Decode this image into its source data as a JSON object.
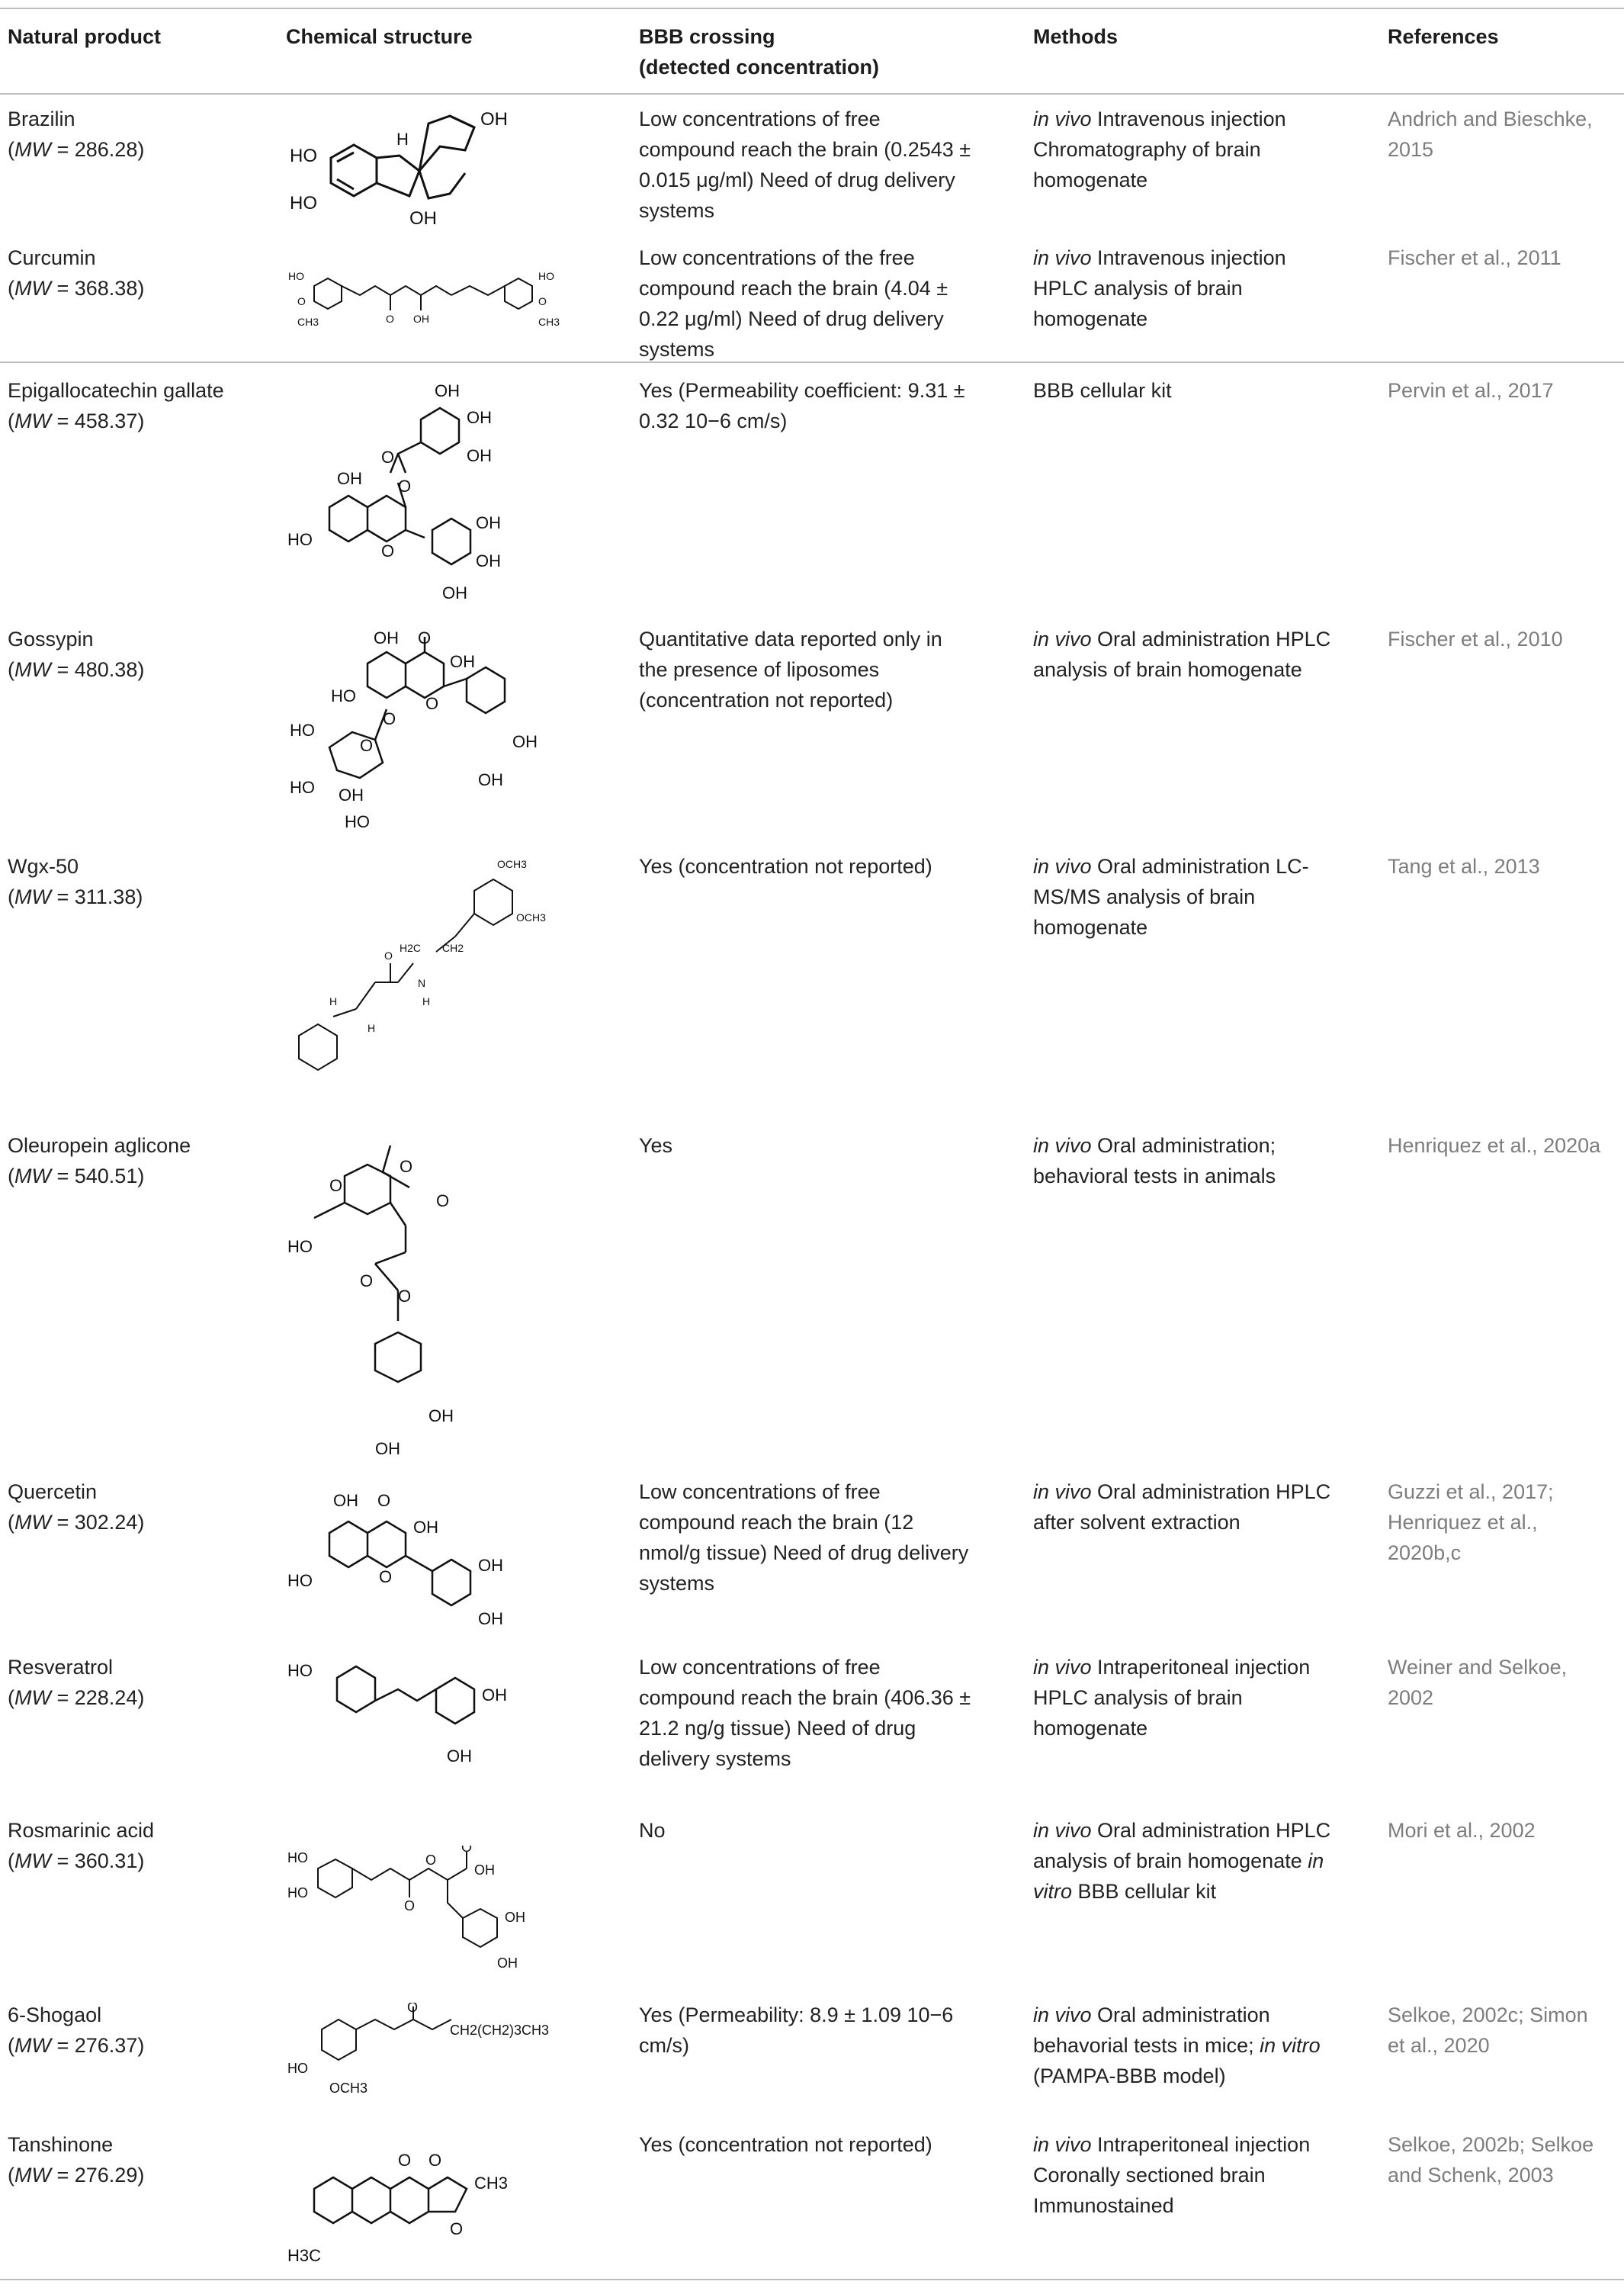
{
  "headers": [
    "Natural product",
    "Chemical structure",
    "BBB crossing",
    "(detected concentration)",
    "Methods",
    "References"
  ],
  "rows": [
    {
      "name": "Brazilin",
      "mw_label": "MW",
      "mw_value": " = 286.28)",
      "bbb": "Low concentrations of free compound reach the brain (0.2543 ± 0.015 μg/ml) Need of drug delivery systems",
      "method_em": "in vivo",
      "method": "  Intravenous injection Chromatography of brain homogenate",
      "ref": "Andrich and Bieschke, 2015",
      "atoms": [
        "OH",
        "H",
        "HO",
        "HO",
        "OH"
      ]
    },
    {
      "name": "Curcumin",
      "mw_label": "MW",
      "mw_value": " = 368.38)",
      "bbb": "Low concentrations of the free compound reach the brain (4.04 ± 0.22 μg/ml) Need of drug delivery systems",
      "method_em": "in vivo",
      "method": " Intravenous injection HPLC analysis of brain homogenate",
      "ref": "Fischer et al., 2011",
      "atoms": [
        "HO",
        "O",
        "CH3",
        "O",
        "OH",
        "HO",
        "O",
        "CH3"
      ]
    },
    {
      "name": "Epigallocatechin gallate",
      "mw_label": "MW",
      "mw_value": " = 458.37)",
      "bbb": "Yes (Permeability coefficient: 9.31 ± 0.32 10−6 cm/s)",
      "method_em": "",
      "method": "BBB cellular kit",
      "ref": "Pervin et al., 2017",
      "atoms": [
        "OH",
        "OH",
        "OH",
        "O",
        "OH",
        "O",
        "HO",
        "O",
        "OH",
        "OH",
        "OH"
      ]
    },
    {
      "name": "Gossypin",
      "mw_label": "MW",
      "mw_value": " = 480.38)",
      "bbb": "Quantitative data reported only in the presence of liposomes (concentration not reported)",
      "method_em": "in vivo",
      "method": " Oral administration HPLC analysis of brain homogenate",
      "ref": "Fischer et al., 2010",
      "atoms": [
        "OH",
        "O",
        "OH",
        "HO",
        "O",
        "HO",
        "O",
        "O",
        "OH",
        "OH",
        "HO",
        "OH",
        "HO"
      ]
    },
    {
      "name": "Wgx-50",
      "mw_label": "MW",
      "mw_value": " = 311.38)",
      "bbb": "Yes (concentration not reported)",
      "method_em": "in vivo",
      "method": "  Oral administration LC-MS/MS analysis of brain homogenate",
      "ref": "Tang et al., 2013",
      "atoms": [
        "OCH3",
        "OCH3",
        "H2C",
        "CH2",
        "O",
        "N",
        "H",
        "H",
        "H"
      ]
    },
    {
      "name": "Oleuropein aglicone",
      "mw_label": "MW",
      "mw_value": " = 540.51)",
      "bbb": "Yes",
      "method_em": "in vivo",
      "method": "  Oral administration; behavioral tests in animals",
      "ref": "Henriquez et al., 2020a",
      "atoms": [
        "O",
        "O",
        "O",
        "HO",
        "O",
        "O",
        "OH",
        "OH"
      ]
    },
    {
      "name": "Quercetin",
      "mw_label": "MW",
      "mw_value": " = 302.24)",
      "bbb": "Low concentrations of free compound reach the brain (12 nmol/g tissue) Need of drug delivery systems",
      "method_em": "in vivo",
      "method": "  Oral administration HPLC after solvent extraction",
      "ref": "Guzzi et al., 2017; Henriquez et al., 2020b,c",
      "atoms": [
        "OH",
        "O",
        "OH",
        "HO",
        "O",
        "OH",
        "OH"
      ]
    },
    {
      "name": "Resveratrol",
      "mw_label": "MW",
      "mw_value": " = 228.24)",
      "bbb": "Low concentrations of free compound reach the brain (406.36 ± 21.2 ng/g tissue) Need of drug delivery systems",
      "method_em": "in vivo",
      "method": "  Intraperitoneal injection HPLC analysis of brain homogenate",
      "ref": "Weiner and Selkoe, 2002",
      "atoms": [
        "HO",
        "OH",
        "OH"
      ]
    },
    {
      "name": "Rosmarinic acid",
      "mw_label": "MW",
      "mw_value": " = 360.31)",
      "bbb": "No",
      "method_em": "in vivo",
      "method": "  Oral administration HPLC analysis of brain homogenate ",
      "method_em2": "in vitro",
      "method2": "  BBB cellular kit",
      "ref": "Mori et al., 2002",
      "atoms": [
        "HO",
        "HO",
        "O",
        "O",
        "O",
        "OH",
        "OH",
        "OH"
      ]
    },
    {
      "name": "6-Shogaol",
      "mw_label": "MW",
      "mw_value": " = 276.37)",
      "bbb": "Yes (Permeability: 8.9 ± 1.09 10−6 cm/s)",
      "method_em": "in vivo",
      "method": " Oral administration behavorial tests in mice; ",
      "method_em2": "in vitro",
      "method2": " (PAMPA-BBB model)",
      "ref": "Selkoe, 2002c; Simon et al., 2020",
      "atoms": [
        "O",
        "CH2(CH2)3CH3",
        "HO",
        "OCH3"
      ]
    },
    {
      "name": "Tanshinone",
      "mw_label": "MW",
      "mw_value": " = 276.29)",
      "bbb": "Yes (concentration not reported)",
      "method_em": "in vivo",
      "method": "  Intraperitoneal injection Coronally sectioned brain Immunostained",
      "ref": "Selkoe, 2002b; Selkoe and Schenk, 2003",
      "atoms": [
        "O",
        "O",
        "CH3",
        "O",
        "H3C"
      ]
    }
  ]
}
